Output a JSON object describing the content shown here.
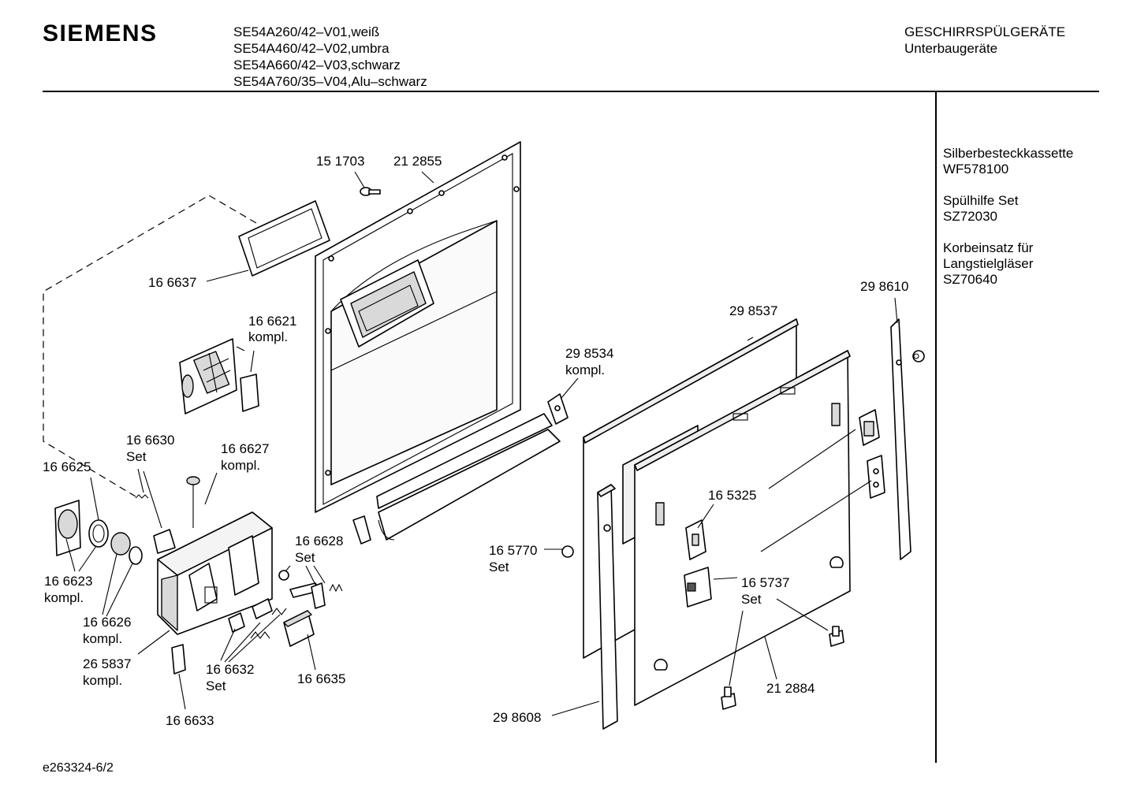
{
  "header": {
    "brand": "SIEMENS",
    "models": [
      "SE54A260/42–V01,weiß",
      "SE54A460/42–V02,umbra",
      "SE54A660/42–V03,schwarz",
      "SE54A760/35–V04,Alu–schwarz"
    ],
    "category": [
      "GESCHIRRSPÜLGERÄTE",
      "Unterbaugeräte"
    ]
  },
  "accessories": [
    {
      "name": "Silberbesteckkassette",
      "code": "WF578100"
    },
    {
      "name": "Spülhilfe Set",
      "code": "SZ72030"
    },
    {
      "name": "Korbeinsatz für",
      "name2": "Langstielgläser",
      "code": "SZ70640"
    }
  ],
  "labels": {
    "l151703": "15 1703",
    "l212855": "21 2855",
    "l166637": "16 6637",
    "l166621": [
      "16 6621",
      "kompl."
    ],
    "l298534": [
      "29 8534",
      "kompl."
    ],
    "l298537": "29 8537",
    "l298610": "29 8610",
    "l166630": [
      "16 6630",
      "Set"
    ],
    "l166627": [
      "16 6627",
      "kompl."
    ],
    "l166625": "16 6625",
    "l166628": [
      "16 6628",
      "Set"
    ],
    "l165325": "16 5325",
    "l165770": [
      "16 5770",
      "Set"
    ],
    "l166623": [
      "16 6623",
      "kompl."
    ],
    "l166626": [
      "16 6626",
      "kompl."
    ],
    "l165737": [
      "16 5737",
      "Set"
    ],
    "l265837": [
      "26 5837",
      "kompl."
    ],
    "l166632": [
      "16 6632",
      "Set"
    ],
    "l166635": "16 6635",
    "l212884": "21 2884",
    "l166633": "16 6633",
    "l298608": "29 8608"
  },
  "footer": {
    "code": "e263324-6/2"
  }
}
